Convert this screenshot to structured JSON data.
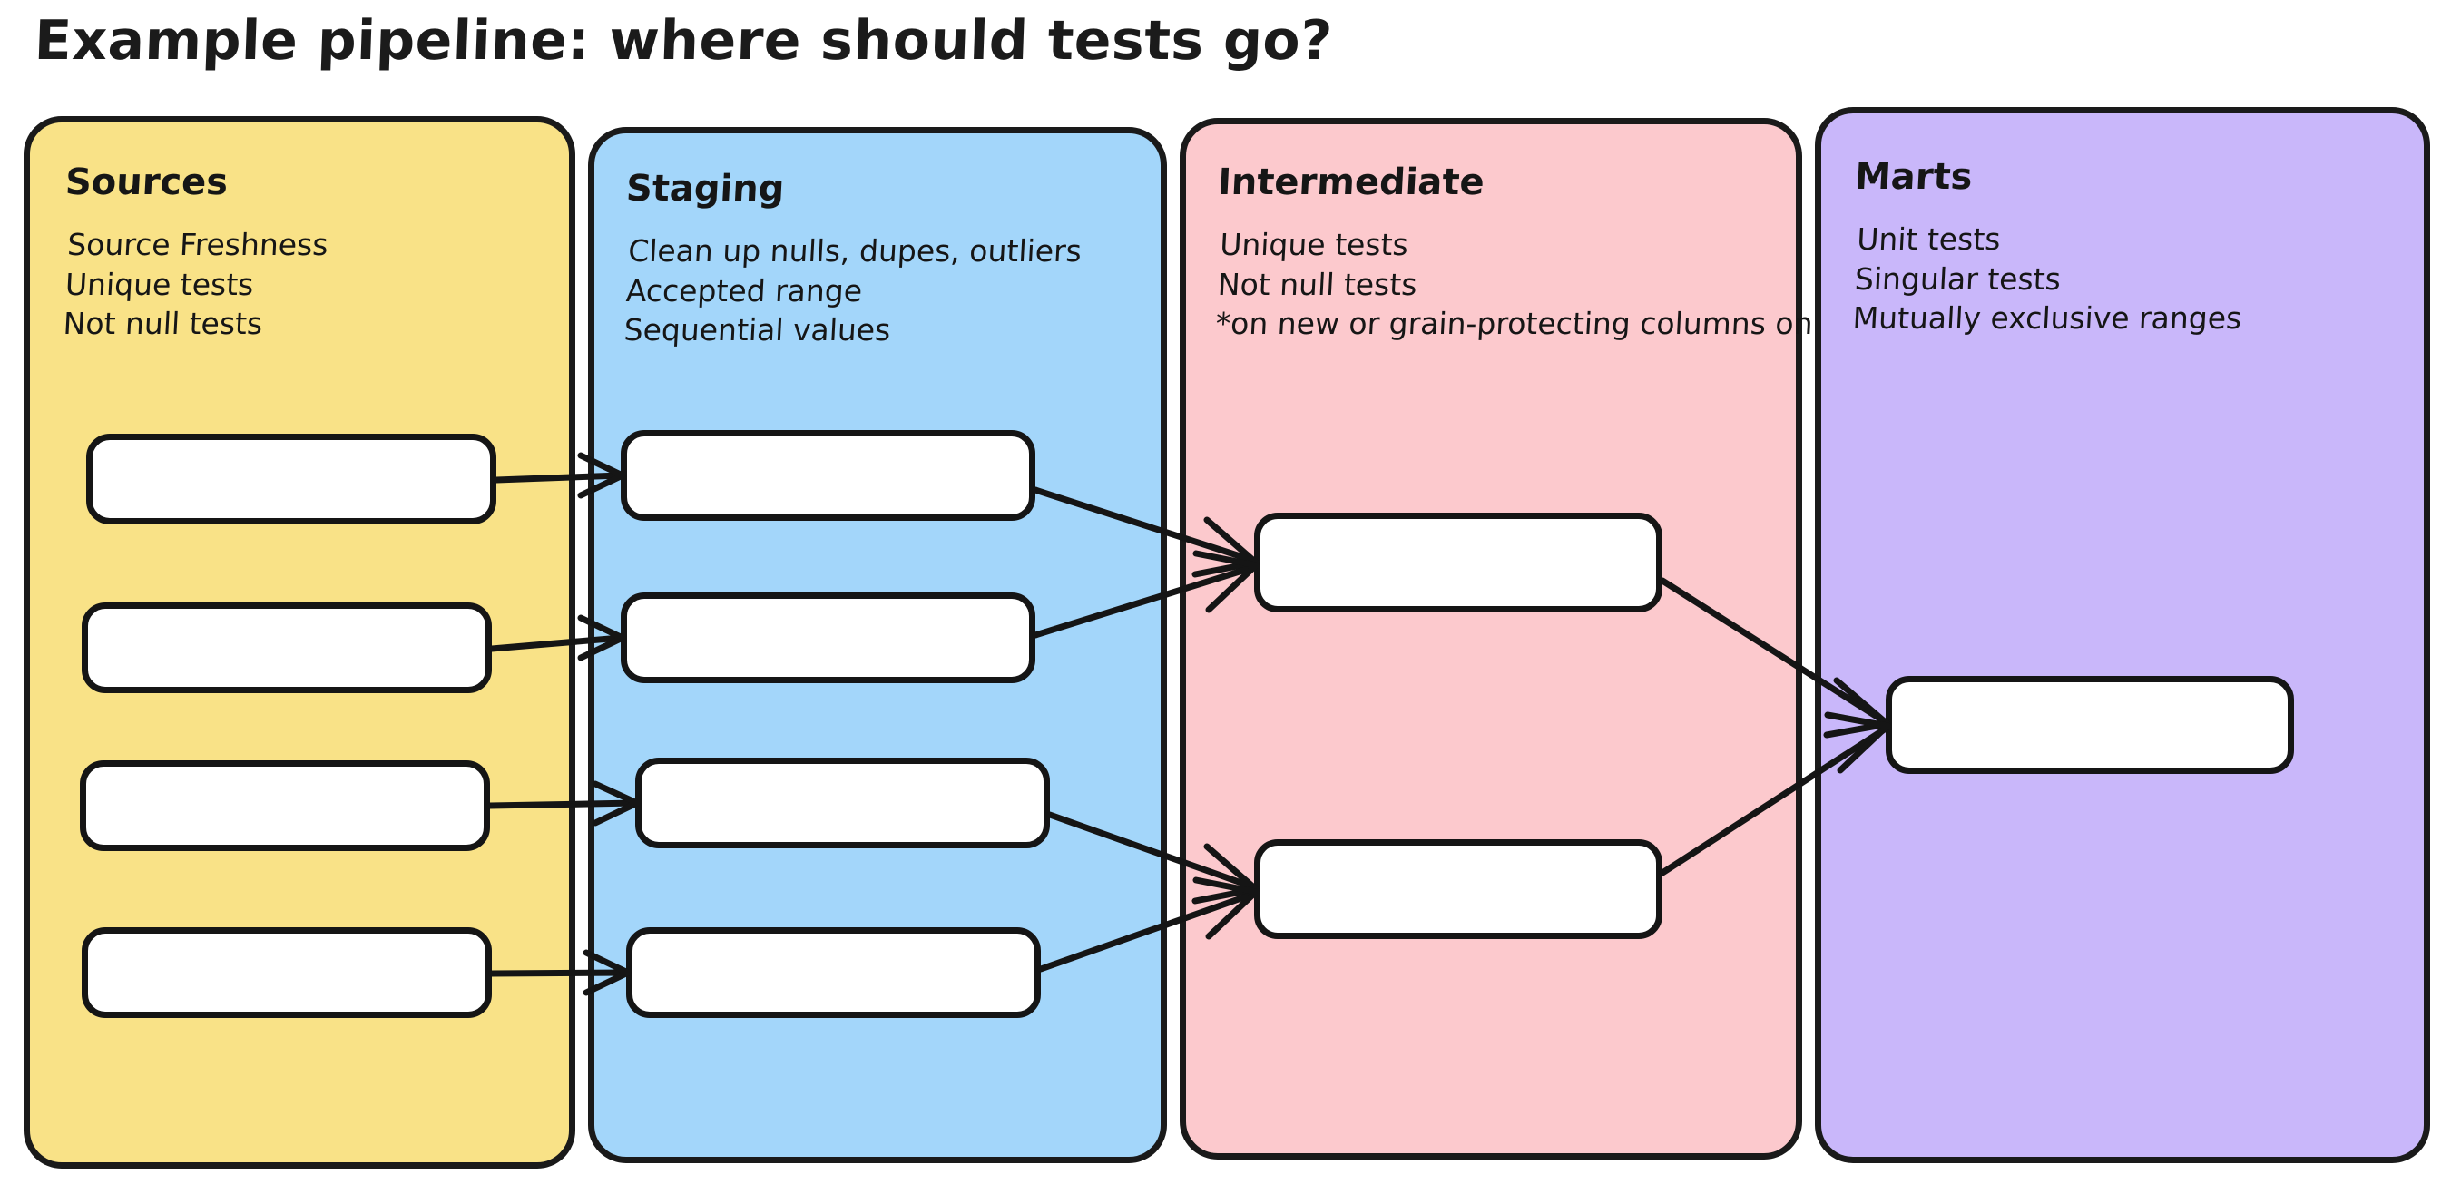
{
  "title": "Example pipeline: where should tests go?",
  "colors": {
    "sources_bg": "#f9e287",
    "staging_bg": "#a3d6fa",
    "intermediate_bg": "#fcc9cd",
    "marts_bg": "#c9b7fa",
    "stroke": "#151515",
    "node_bg": "#ffffff",
    "page_bg": "#ffffff"
  },
  "lanes": [
    {
      "id": "sources",
      "heading": "Sources",
      "lines": [
        "Source Freshness",
        "Unique tests",
        "Not null tests"
      ],
      "lines_text": "Source Freshness\nUnique tests\nNot null tests",
      "node_count": 4
    },
    {
      "id": "staging",
      "heading": "Staging",
      "lines": [
        "Clean up nulls, dupes, outliers",
        "Accepted range",
        "Sequential values"
      ],
      "lines_text": "Clean up nulls, dupes, outliers\nAccepted range\nSequential values",
      "node_count": 4
    },
    {
      "id": "intermediate",
      "heading": "Intermediate",
      "lines": [
        "Unique tests",
        "Not null tests",
        "*on new or grain-protecting columns only"
      ],
      "lines_text": "Unique tests\nNot null tests\n*on new or grain-protecting columns only",
      "node_count": 2
    },
    {
      "id": "marts",
      "heading": "Marts",
      "lines": [
        "Unit tests",
        "Singular tests",
        "Mutually exclusive ranges"
      ],
      "lines_text": "Unit tests\nSingular tests\nMutually exclusive ranges",
      "node_count": 1
    }
  ],
  "edges": [
    {
      "from": "source-1",
      "to": "staging-1"
    },
    {
      "from": "source-2",
      "to": "staging-2"
    },
    {
      "from": "source-3",
      "to": "staging-3"
    },
    {
      "from": "source-4",
      "to": "staging-4"
    },
    {
      "from": "staging-1",
      "to": "intermediate-1"
    },
    {
      "from": "staging-2",
      "to": "intermediate-1"
    },
    {
      "from": "staging-3",
      "to": "intermediate-2"
    },
    {
      "from": "staging-4",
      "to": "intermediate-2"
    },
    {
      "from": "intermediate-1",
      "to": "mart-1"
    },
    {
      "from": "intermediate-2",
      "to": "mart-1"
    }
  ]
}
